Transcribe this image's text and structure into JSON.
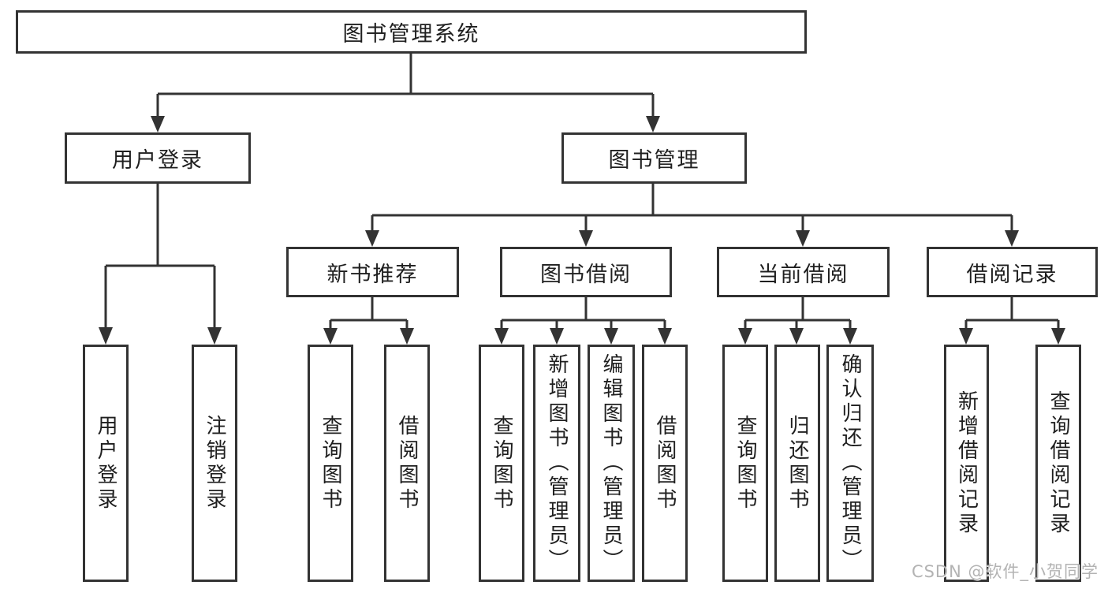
{
  "diagram": {
    "root": {
      "label": "图书管理系统",
      "children": [
        {
          "label": "用户登录",
          "children": [
            {
              "label": "用户登录"
            },
            {
              "label": "注销登录"
            }
          ]
        },
        {
          "label": "图书管理",
          "children": [
            {
              "label": "新书推荐",
              "children": [
                {
                  "label": "查询图书"
                },
                {
                  "label": "借阅图书"
                }
              ]
            },
            {
              "label": "图书借阅",
              "children": [
                {
                  "label": "查询图书"
                },
                {
                  "label": "新增图书（管理员）"
                },
                {
                  "label": "编辑图书（管理员）"
                },
                {
                  "label": "借阅图书"
                }
              ]
            },
            {
              "label": "当前借阅",
              "children": [
                {
                  "label": "查询图书"
                },
                {
                  "label": "归还图书"
                },
                {
                  "label": "确认归还（管理员）"
                }
              ]
            },
            {
              "label": "借阅记录",
              "children": [
                {
                  "label": "新增借阅记录"
                },
                {
                  "label": "查询借阅记录"
                }
              ]
            }
          ]
        }
      ]
    },
    "watermark": "CSDN @软件_小贺同学",
    "colors": {
      "line": "#333333",
      "box_border": "#333333",
      "text": "#1f1f1f",
      "watermark_text": "#b3b3b3",
      "background": "#ffffff"
    }
  }
}
